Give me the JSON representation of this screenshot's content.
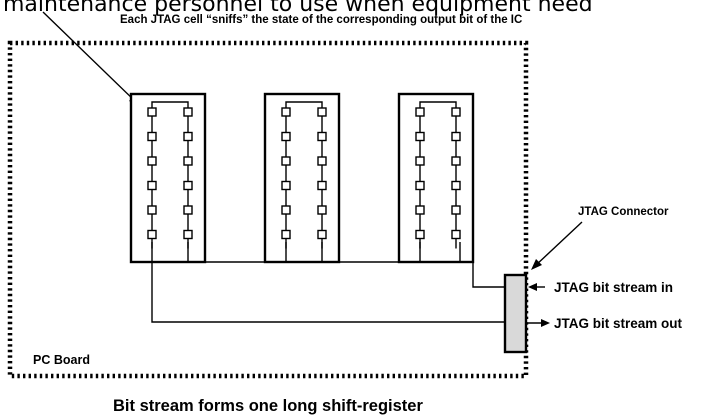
{
  "diagram": {
    "top_text_cutoff": "maintenance personnel to use when equipment need",
    "callout_label": "Each JTAG cell “sniffs” the state of the corresponding output bit of the IC",
    "connector_label": "JTAG Connector",
    "stream_in_label": "JTAG bit stream in",
    "stream_out_label": "JTAG bit stream out",
    "board_label": "PC Board",
    "caption": "Bit stream forms one long shift-register",
    "ic_chips": [
      {
        "name": "ic-chip-1",
        "cells_per_column": 6
      },
      {
        "name": "ic-chip-2",
        "cells_per_column": 6
      },
      {
        "name": "ic-chip-3",
        "cells_per_column": 6
      }
    ]
  },
  "colors": {
    "line": "#000000",
    "background": "#ffffff",
    "connector_fill": "#d9d9d9"
  }
}
